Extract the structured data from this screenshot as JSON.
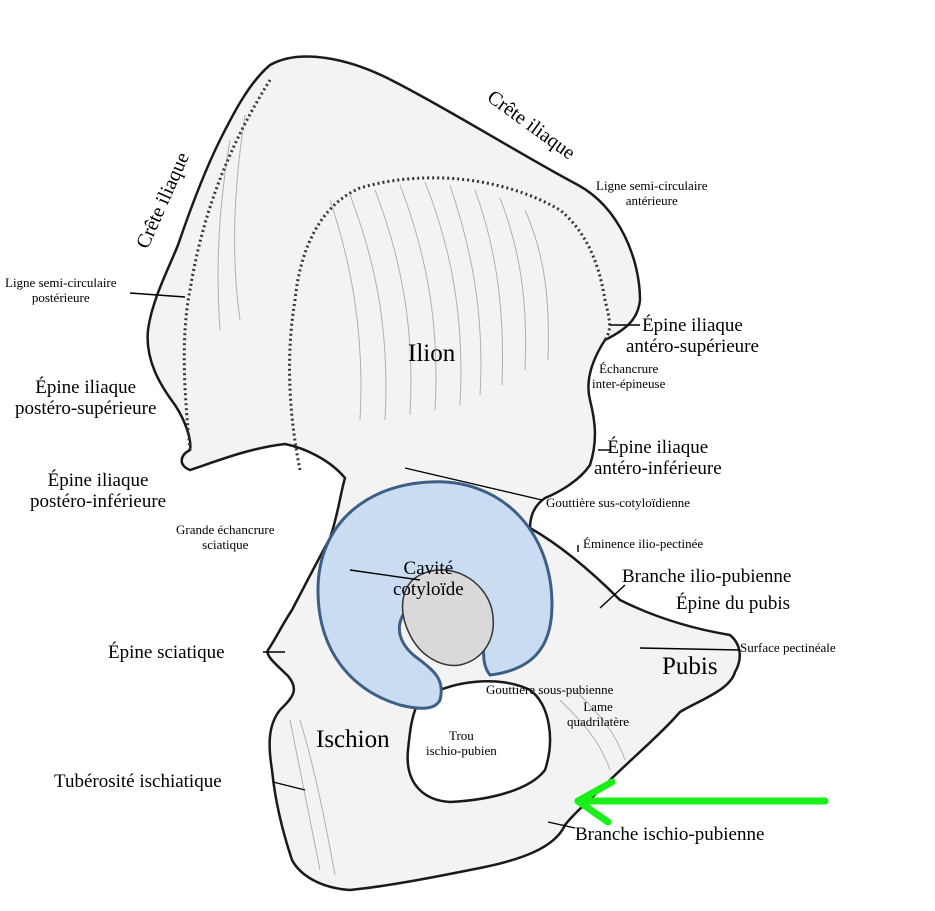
{
  "labels": {
    "crete_iliaque_left": "Crête iliaque",
    "crete_iliaque_top": "Crête iliaque",
    "ligne_semi_circ_ant": [
      "Ligne semi-circulaire",
      "antérieure"
    ],
    "ligne_semi_circ_post": [
      "Ligne semi-circulaire",
      "postérieure"
    ],
    "epine_ant_sup": [
      "Épine iliaque",
      "antéro-supérieure"
    ],
    "echancrure_inter": [
      "Échancrure",
      "inter-épineuse"
    ],
    "epine_post_sup": [
      "Épine iliaque",
      "postéro-supérieure"
    ],
    "ilion": "Ilion",
    "epine_ant_inf": [
      "Épine iliaque",
      "antéro-inférieure"
    ],
    "epine_post_inf": [
      "Épine iliaque",
      "postéro-inférieure"
    ],
    "gouttiere_sus": "Gouttière sus-cotyloïdienne",
    "grande_echancrure": [
      "Grande échancrure",
      "sciatique"
    ],
    "eminence": "Éminence ilio-pectinée",
    "cavite": [
      "Cavité",
      "cotyloïde"
    ],
    "branche_ilio": "Branche ilio-pubienne",
    "epine_pubis": "Épine du pubis",
    "surface_pect": "Surface pectinéale",
    "epine_sciatique": "Épine sciatique",
    "pubis": "Pubis",
    "gouttiere_sous": "Gouttière sous-pubienne",
    "lame_quad": [
      "Lame",
      "quadrilatère"
    ],
    "ischion": "Ischion",
    "trou": [
      "Trou",
      "ischio-pubien"
    ],
    "tuberosite": "Tubérosité ischiatique",
    "branche_ischio": "Branche ischio-pubienne"
  },
  "colors": {
    "bone_fill": "#f3f3f3",
    "bone_outline": "#1a1a1a",
    "shading": "#7a7a7a",
    "acetabulum_fill": "#c9dcf2",
    "acetabulum_stroke": "#3d5f86",
    "arrow": "#19f019"
  }
}
